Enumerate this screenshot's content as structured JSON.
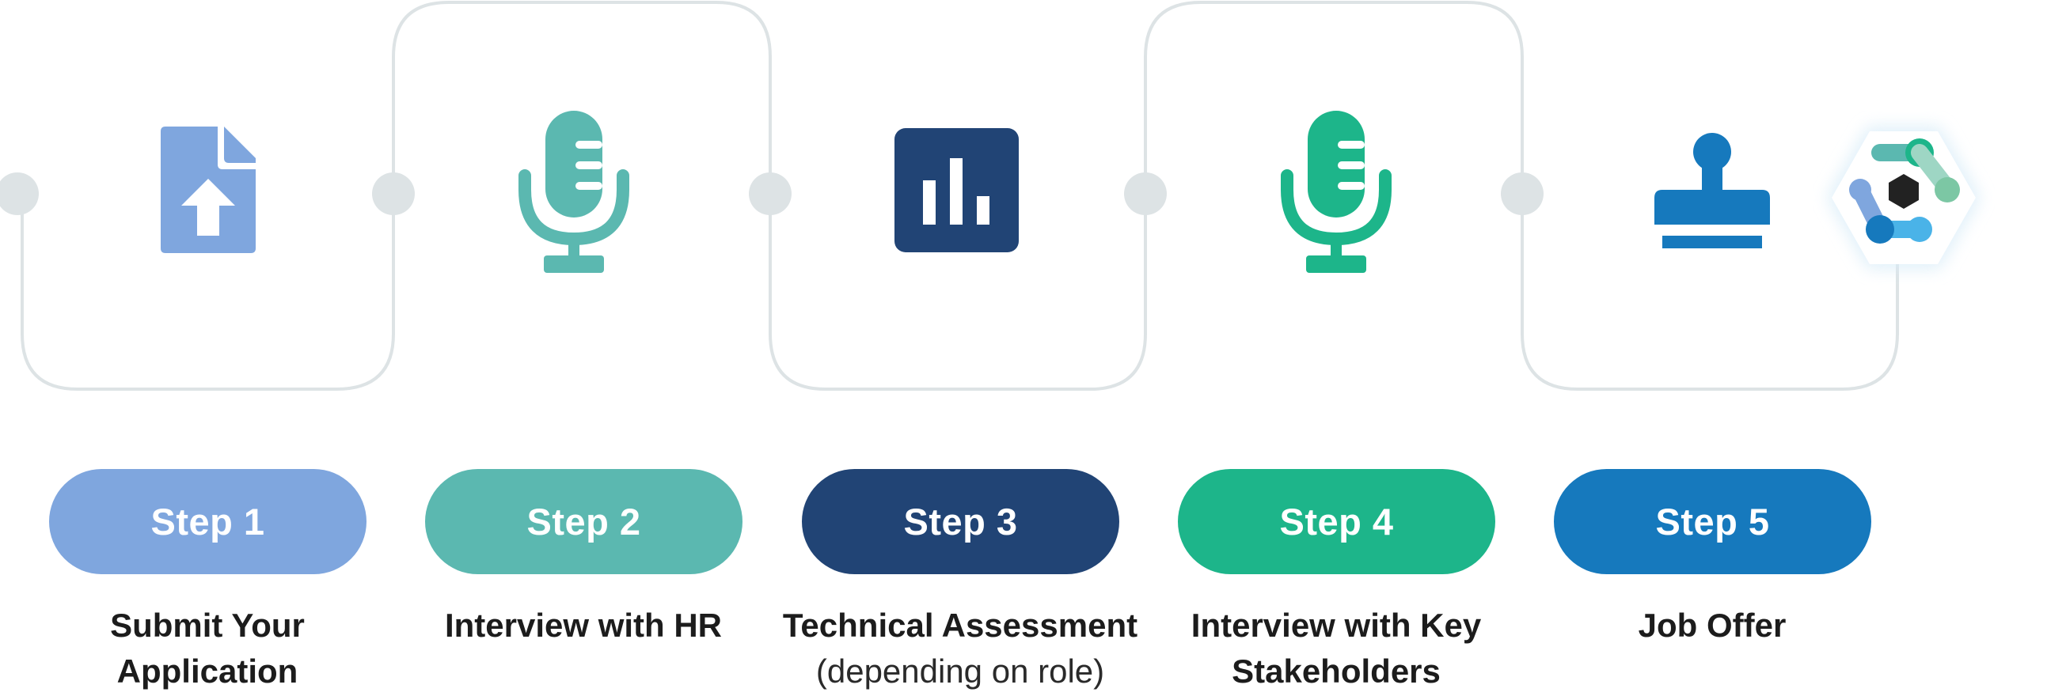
{
  "steps": [
    {
      "pill_label": "Step 1",
      "line1": "Submit Your",
      "line2": "Application",
      "icon": "file-upload-icon",
      "color": "#7FA6DE"
    },
    {
      "pill_label": "Step 2",
      "line1": "Interview with HR",
      "line2": "",
      "icon": "microphone-icon",
      "color": "#5BB8B0"
    },
    {
      "pill_label": "Step 3",
      "line1": "Technical Assessment",
      "line2": "(depending on role)",
      "icon": "bar-chart-icon",
      "color": "#214475"
    },
    {
      "pill_label": "Step 4",
      "line1": "Interview with Key",
      "line2": "Stakeholders",
      "icon": "microphone-icon",
      "color": "#1DB58A"
    },
    {
      "pill_label": "Step 5",
      "line1": "Job Offer",
      "line2": "",
      "icon": "stamp-icon",
      "color": "#1679BD"
    }
  ],
  "colors": {
    "connector_line": "#DDE3E5",
    "node_dot": "#DDE3E5",
    "text": "#1c1c1c",
    "hex_logo_center": "#222222"
  },
  "logo": {
    "icon": "hexagon-network-logo-icon"
  }
}
